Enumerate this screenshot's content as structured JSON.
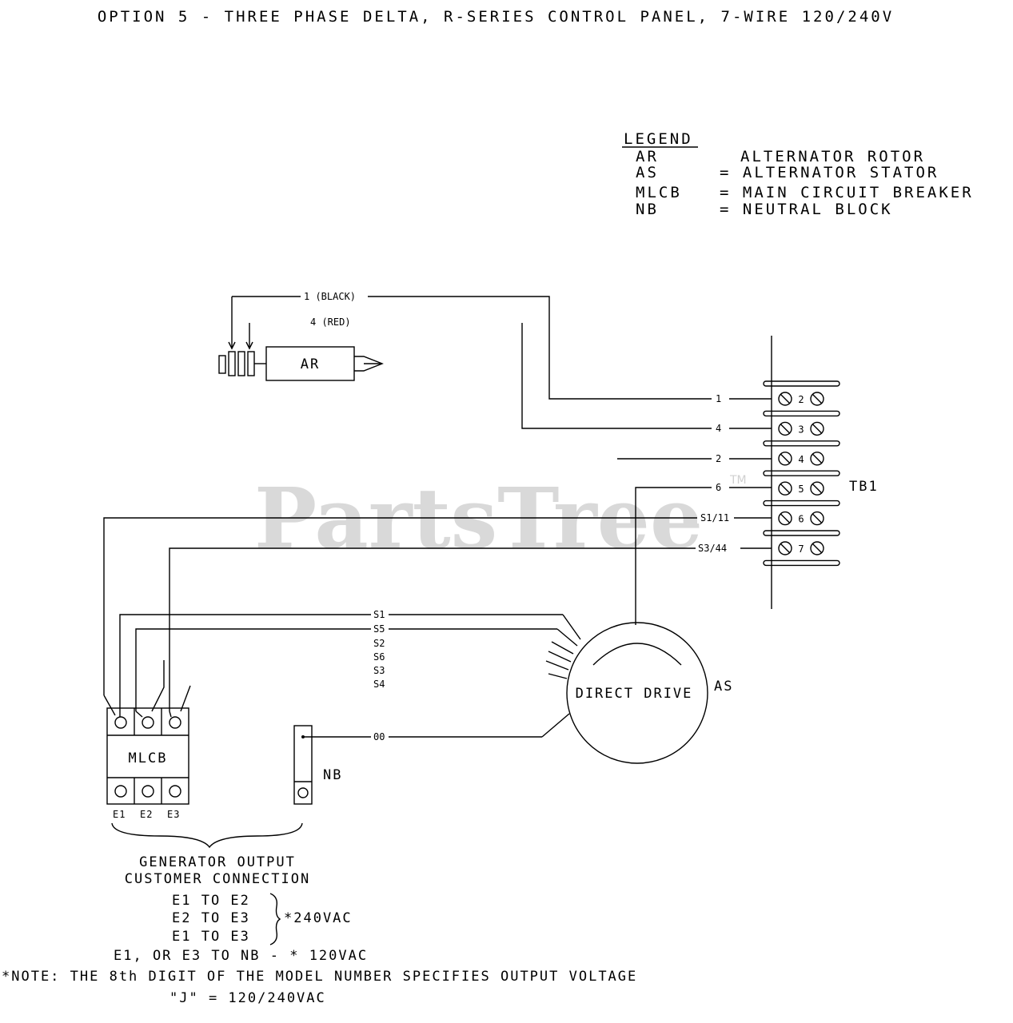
{
  "title": "OPTION 5 - THREE PHASE DELTA, R-SERIES CONTROL PANEL, 7-WIRE 120/240V",
  "legend": {
    "heading": "LEGEND",
    "items": [
      {
        "code": "AR",
        "desc": "ALTERNATOR ROTOR"
      },
      {
        "code": "AS",
        "desc": "= ALTERNATOR STATOR"
      },
      {
        "code": "MLCB",
        "desc": "= MAIN CIRCUIT BREAKER"
      },
      {
        "code": "NB",
        "desc": "= NEUTRAL BLOCK"
      }
    ]
  },
  "rotor": {
    "label": "AR",
    "wire_black": "1 (BLACK)",
    "wire_red": "4 (RED)"
  },
  "terminal_block": {
    "label": "TB1",
    "terminals": [
      {
        "num": "2",
        "wire": "1"
      },
      {
        "num": "3",
        "wire": "4"
      },
      {
        "num": "4",
        "wire": "2"
      },
      {
        "num": "5",
        "wire": "6"
      },
      {
        "num": "6",
        "wire": "S1/11"
      },
      {
        "num": "7",
        "wire": "S3/44"
      }
    ]
  },
  "stator": {
    "label": "AS",
    "inner": "DIRECT DRIVE",
    "leads": [
      "S1",
      "S5",
      "S2",
      "S6",
      "S3",
      "S4"
    ],
    "neutral_wire": "00"
  },
  "breaker": {
    "label": "MLCB",
    "outputs": [
      "E1",
      "E2",
      "E3"
    ]
  },
  "neutral_block": {
    "label": "NB"
  },
  "notes": {
    "heading1": "GENERATOR OUTPUT",
    "heading2": "CUSTOMER CONNECTION",
    "line1": "E1 TO E2",
    "line2": "E2 TO E3",
    "line3": "E1 TO E3",
    "voltage_240": "*240VAC",
    "line4": "E1, OR E3 TO NB - * 120VAC",
    "footnote": "*NOTE: THE 8th DIGIT OF THE MODEL NUMBER SPECIFIES OUTPUT VOLTAGE",
    "footnote2": "\"J\" = 120/240VAC"
  },
  "watermark": {
    "text": "PartsTree",
    "tm": "TM"
  }
}
